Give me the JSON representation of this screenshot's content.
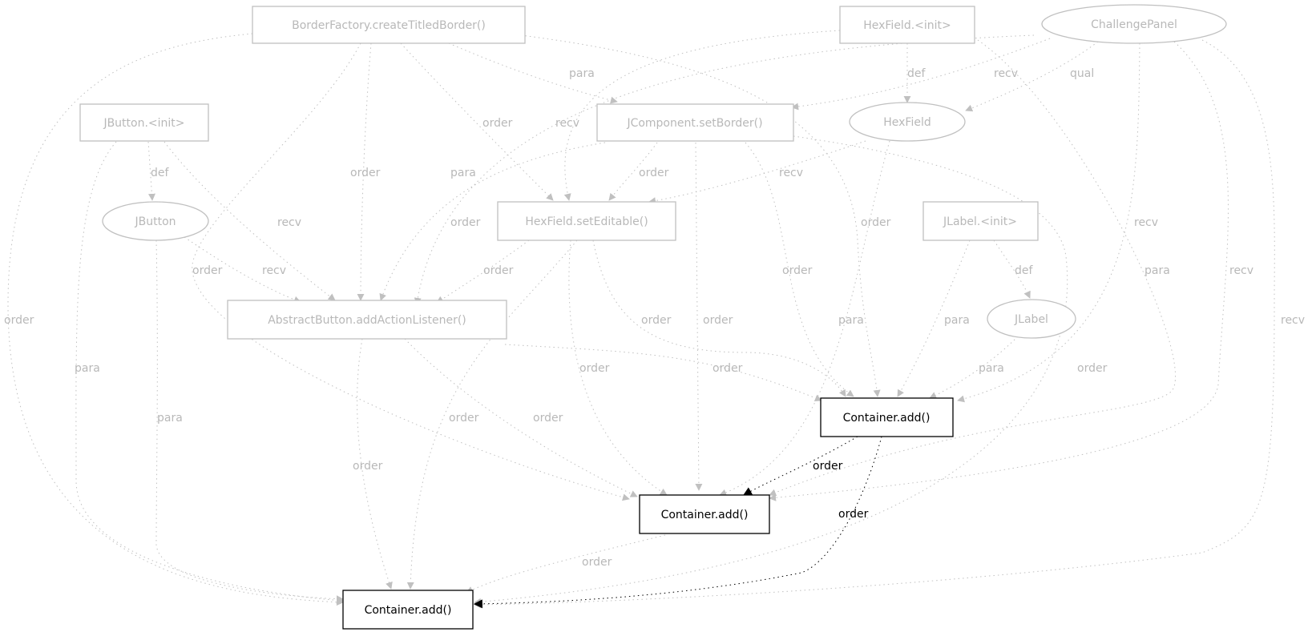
{
  "nodes": {
    "border_factory": "BorderFactory.createTitledBorder()",
    "hexfield_init": "HexField.<init>",
    "challenge_panel": "ChallengePanel",
    "jbutton_init": "JButton.<init>",
    "jcomponent_setborder": "JComponent.setBorder()",
    "hexfield": "HexField",
    "jbutton": "JButton",
    "hexfield_seteditable": "HexField.setEditable()",
    "jlabel_init": "JLabel.<init>",
    "jlabel": "JLabel",
    "addactionlistener": "AbstractButton.addActionListener()",
    "container_add_1": "Container.add()",
    "container_add_2": "Container.add()",
    "container_add_3": "Container.add()"
  },
  "edge_labels": {
    "para": "para",
    "recv": "recv",
    "qual": "qual",
    "def": "def",
    "order": "order"
  }
}
